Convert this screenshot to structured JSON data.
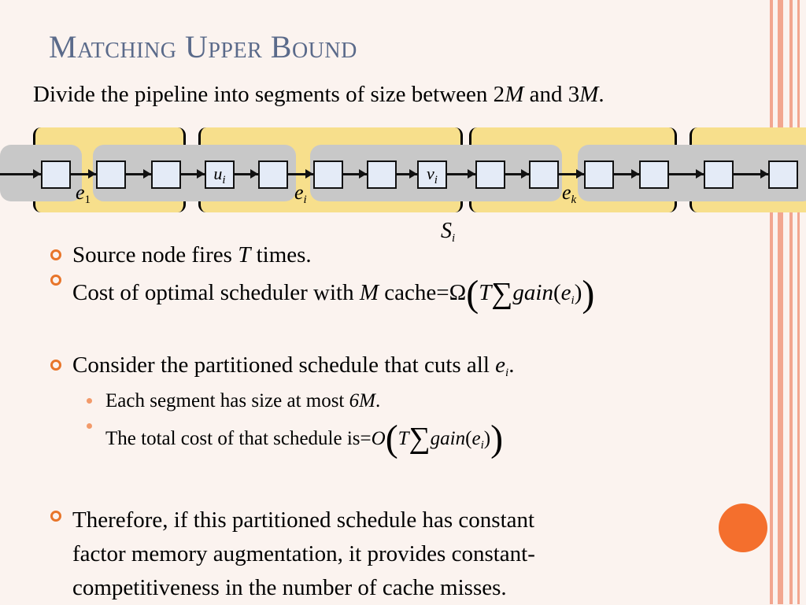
{
  "title": "Matching Upper Bound",
  "intro": {
    "text_before": "Divide the pipeline into segments of size between 2",
    "m1": "M",
    "text_mid": " and 3",
    "m2": "M",
    "text_end": "."
  },
  "diagram": {
    "node_labels": {
      "u": "u",
      "u_sub": "i",
      "v": "v",
      "v_sub": "i"
    },
    "edge_labels": [
      {
        "e": "e",
        "sub": "1"
      },
      {
        "e": "e",
        "sub": "i"
      },
      {
        "e": "e",
        "sub": "k"
      }
    ],
    "segment_label": {
      "s": "S",
      "sub": "i"
    }
  },
  "bullets": {
    "b1": {
      "pre": "Source node fires ",
      "var": "T",
      "post": " times."
    },
    "b2": {
      "pre": "Cost of optimal scheduler with ",
      "var": "M",
      "post": " cache=",
      "formula": {
        "op": "Ω",
        "open": "(",
        "T": "T",
        "sum": "∑",
        "gain": "gain",
        "lp": "(",
        "e": "e",
        "sub": "i",
        "rp": ")",
        "close": ")"
      }
    },
    "b3": {
      "pre": "Consider the partitioned schedule that cuts all ",
      "var": "e",
      "sub": "i",
      "post": "."
    },
    "b3a": {
      "pre": "Each segment has size at most ",
      "val": "6M",
      "post": "."
    },
    "b3b": {
      "pre": "The total cost of that schedule is=",
      "formula": {
        "op": "O",
        "open": "(",
        "T": "T",
        "sum": "∑",
        "gain": "gain",
        "lp": "(",
        "e": "e",
        "sub": "i",
        "rp": ")",
        "close": ")"
      }
    },
    "b4": {
      "line1": "Therefore, if this partitioned schedule has constant",
      "line2": "factor memory augmentation, it provides constant-",
      "line3": "competitiveness in the number of cache misses."
    }
  },
  "colors": {
    "title": "#5a6a8a",
    "segment": "#f7df8c",
    "group": "#c8c8c8",
    "node": "#e4ebf7",
    "accent": "#f46f2d"
  }
}
